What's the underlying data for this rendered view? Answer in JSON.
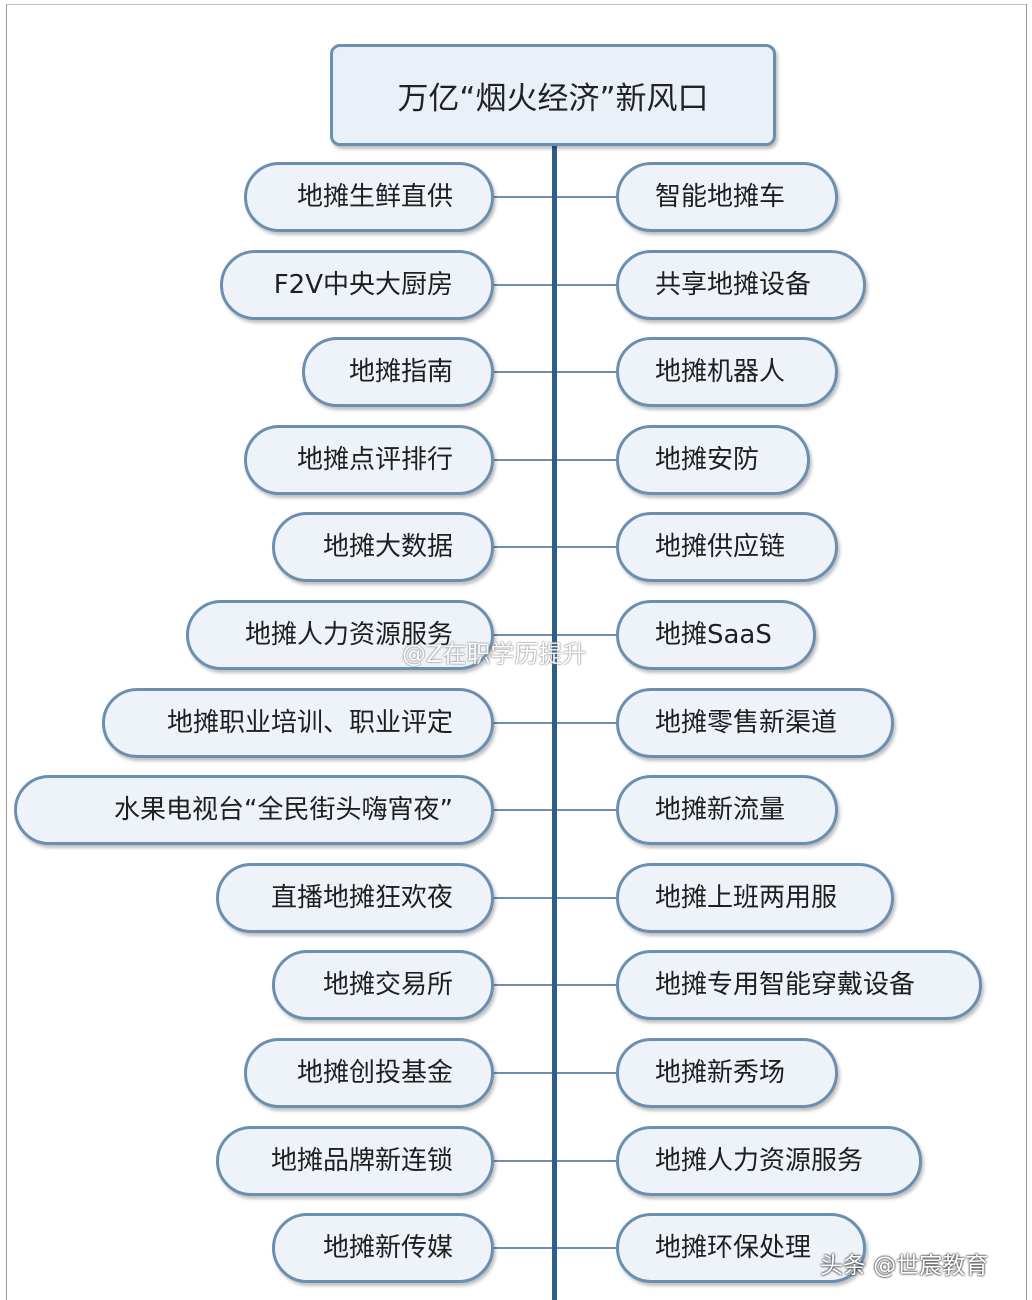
{
  "title": "万亿“烟火经济”新风口",
  "left_items": [
    "地摊生鲜直供",
    "F2V中央大厨房",
    "地摊指南",
    "地摊点评排行",
    "地摊大数据",
    "地摊人力资源服务",
    "地摊职业培训、职业评定",
    "水果电视台“全民街头嗨宵夜”",
    "直播地摊狂欢夜",
    "地摊交易所",
    "地摊创投基金",
    "地摊品牌新连锁",
    "地摊新传媒"
  ],
  "right_items": [
    "智能地摊车",
    "共享地摊设备",
    "地摊机器人",
    "地摊安防",
    "地摊供应链",
    "地摊SaaS",
    "地摊零售新渠道",
    "地摊新流量",
    "地摊上班两用服",
    "地摊专用智能穿戴设备",
    "地摊新秀场",
    "地摊人力资源服务",
    "地摊环保处理"
  ],
  "watermark": "@Z在职学历提升",
  "source_tag": "头条 @世宸教育",
  "colors": {
    "node_fill": "#eef3f9",
    "node_border": "#6b8fb1",
    "spine": "#2f5d8c"
  }
}
